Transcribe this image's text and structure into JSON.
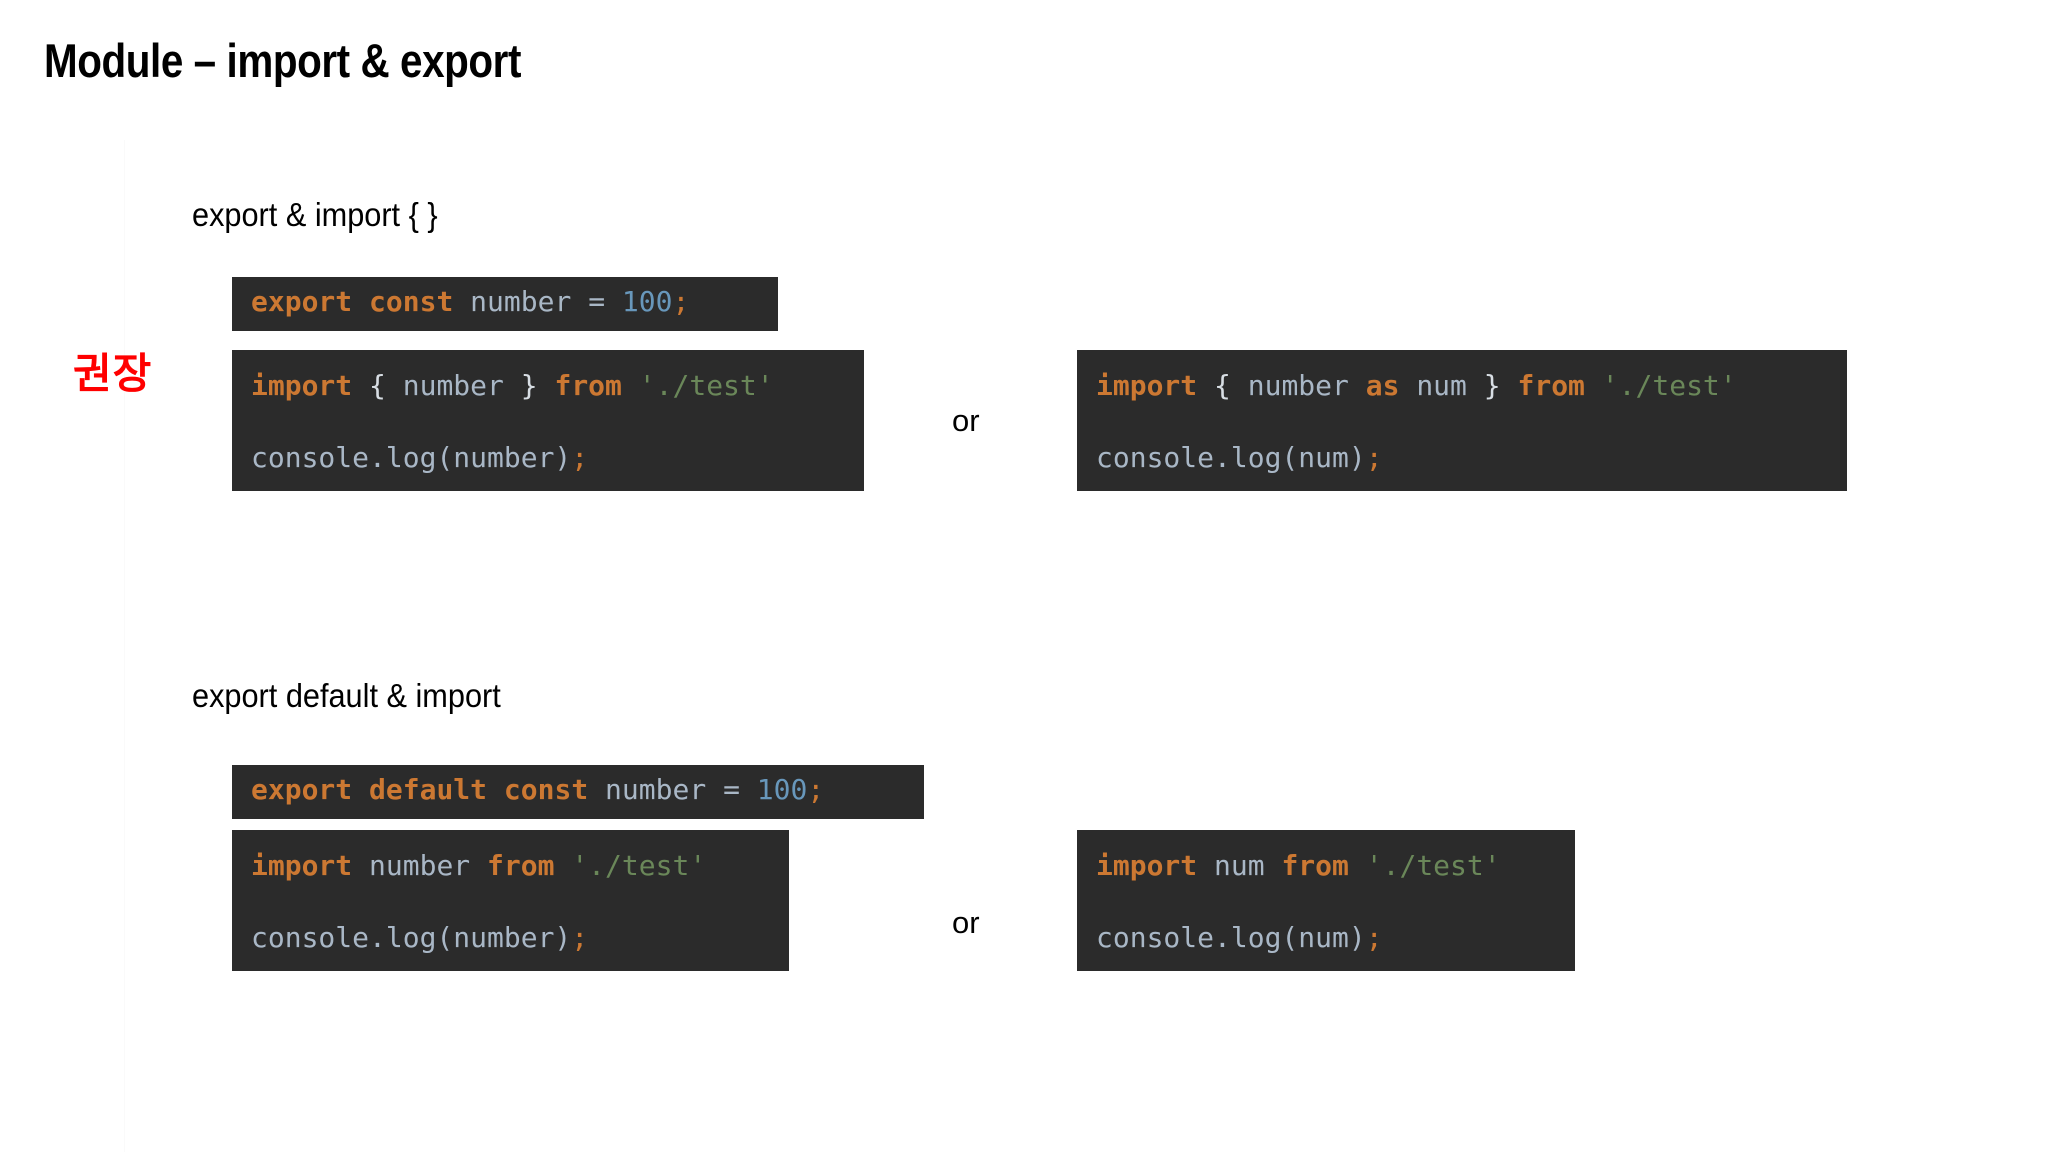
{
  "slide": {
    "title": "Module – import & export",
    "background_color": "#FFFFFF"
  },
  "annotations": {
    "recommend_badge": "권장",
    "recommend_badge_color": "#FF0000",
    "or_top": "or",
    "or_bottom": "or"
  },
  "sections": [
    {
      "id": "named",
      "label": "export & import { }"
    },
    {
      "id": "default",
      "label": "export default & import"
    }
  ],
  "code_blocks": {
    "export_const": {
      "background": "#2B2B2B",
      "lines": [
        {
          "tokens": [
            {
              "text": "export",
              "type": "keyword"
            },
            {
              "text": " ",
              "type": "plain"
            },
            {
              "text": "const",
              "type": "keyword"
            },
            {
              "text": " ",
              "type": "plain"
            },
            {
              "text": "number",
              "type": "plain"
            },
            {
              "text": " ",
              "type": "plain"
            },
            {
              "text": "=",
              "type": "plain"
            },
            {
              "text": " ",
              "type": "plain"
            },
            {
              "text": "100",
              "type": "number"
            },
            {
              "text": ";",
              "type": "punct"
            }
          ],
          "plain_text": "export const number = 100;"
        }
      ]
    },
    "import_named": {
      "background": "#2B2B2B",
      "lines": [
        {
          "tokens": [
            {
              "text": "import",
              "type": "keyword"
            },
            {
              "text": " ",
              "type": "plain"
            },
            {
              "text": "{",
              "type": "brace"
            },
            {
              "text": " ",
              "type": "plain"
            },
            {
              "text": "number",
              "type": "plain"
            },
            {
              "text": " ",
              "type": "plain"
            },
            {
              "text": "}",
              "type": "brace"
            },
            {
              "text": " ",
              "type": "plain"
            },
            {
              "text": "from",
              "type": "keyword"
            },
            {
              "text": " ",
              "type": "plain"
            },
            {
              "text": "'./test'",
              "type": "string"
            }
          ],
          "plain_text": "import { number } from './test'"
        },
        {
          "tokens": [
            {
              "text": "console.log(number)",
              "type": "plain"
            },
            {
              "text": ";",
              "type": "punct"
            }
          ],
          "plain_text": "console.log(number);"
        }
      ]
    },
    "import_alias": {
      "background": "#2B2B2B",
      "lines": [
        {
          "tokens": [
            {
              "text": "import",
              "type": "keyword"
            },
            {
              "text": " ",
              "type": "plain"
            },
            {
              "text": "{",
              "type": "brace"
            },
            {
              "text": " ",
              "type": "plain"
            },
            {
              "text": "number",
              "type": "plain"
            },
            {
              "text": " ",
              "type": "plain"
            },
            {
              "text": "as",
              "type": "keyword"
            },
            {
              "text": " ",
              "type": "plain"
            },
            {
              "text": "num",
              "type": "plain"
            },
            {
              "text": " ",
              "type": "plain"
            },
            {
              "text": "}",
              "type": "brace"
            },
            {
              "text": " ",
              "type": "plain"
            },
            {
              "text": "from",
              "type": "keyword"
            },
            {
              "text": " ",
              "type": "plain"
            },
            {
              "text": "'./test'",
              "type": "string"
            }
          ],
          "plain_text": "import { number as num } from './test'"
        },
        {
          "tokens": [
            {
              "text": "console.log(num)",
              "type": "plain"
            },
            {
              "text": ";",
              "type": "punct"
            }
          ],
          "plain_text": "console.log(num);"
        }
      ]
    },
    "export_default": {
      "background": "#2B2B2B",
      "lines": [
        {
          "tokens": [
            {
              "text": "export",
              "type": "keyword"
            },
            {
              "text": " ",
              "type": "plain"
            },
            {
              "text": "default",
              "type": "keyword"
            },
            {
              "text": " ",
              "type": "plain"
            },
            {
              "text": "const",
              "type": "keyword"
            },
            {
              "text": " ",
              "type": "plain"
            },
            {
              "text": "number",
              "type": "plain"
            },
            {
              "text": " ",
              "type": "plain"
            },
            {
              "text": "=",
              "type": "plain"
            },
            {
              "text": " ",
              "type": "plain"
            },
            {
              "text": "100",
              "type": "number"
            },
            {
              "text": ";",
              "type": "punct"
            }
          ],
          "plain_text": "export default const number = 100;"
        }
      ]
    },
    "import_default": {
      "background": "#2B2B2B",
      "lines": [
        {
          "tokens": [
            {
              "text": "import",
              "type": "keyword"
            },
            {
              "text": " ",
              "type": "plain"
            },
            {
              "text": "number",
              "type": "plain"
            },
            {
              "text": " ",
              "type": "plain"
            },
            {
              "text": "from",
              "type": "keyword"
            },
            {
              "text": " ",
              "type": "plain"
            },
            {
              "text": "'./test'",
              "type": "string"
            }
          ],
          "plain_text": "import number from './test'"
        },
        {
          "tokens": [
            {
              "text": "console.log(number)",
              "type": "plain"
            },
            {
              "text": ";",
              "type": "punct"
            }
          ],
          "plain_text": "console.log(number);"
        }
      ]
    },
    "import_default_alias": {
      "background": "#2B2B2B",
      "lines": [
        {
          "tokens": [
            {
              "text": "import",
              "type": "keyword"
            },
            {
              "text": " ",
              "type": "plain"
            },
            {
              "text": "num",
              "type": "plain"
            },
            {
              "text": " ",
              "type": "plain"
            },
            {
              "text": "from",
              "type": "keyword"
            },
            {
              "text": " ",
              "type": "plain"
            },
            {
              "text": "'./test'",
              "type": "string"
            }
          ],
          "plain_text": "import num from './test'"
        },
        {
          "tokens": [
            {
              "text": "console.log(num)",
              "type": "plain"
            },
            {
              "text": ";",
              "type": "punct"
            }
          ],
          "plain_text": "console.log(num);"
        }
      ]
    }
  },
  "syntax_colors": {
    "keyword": "#CC7832",
    "plain": "#A9B7C6",
    "number": "#6897BB",
    "string": "#6A8759",
    "punct": "#CC7832",
    "brace": "#D8DEE4"
  }
}
